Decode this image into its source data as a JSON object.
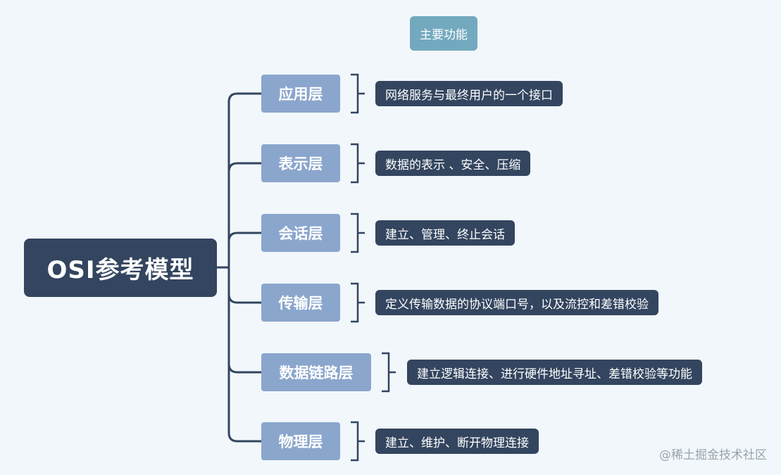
{
  "diagram": {
    "root": "OSI参考模型",
    "header": "主要功能",
    "layers": [
      {
        "name": "应用层",
        "function": "网络服务与最终用户的一个接口"
      },
      {
        "name": "表示层",
        "function": "数据的表示 、安全、压缩"
      },
      {
        "name": "会话层",
        "function": "建立、管理、终止会话"
      },
      {
        "name": "传输层",
        "function": "定义传输数据的协议端口号，以及流控和差错校验"
      },
      {
        "name": "数据链路层",
        "function": "建立逻辑连接、进行硬件地址寻址、差错校验等功能"
      },
      {
        "name": "物理层",
        "function": "建立、维护、断开物理连接"
      }
    ]
  },
  "watermark": "@稀土掘金技术社区",
  "colors": {
    "background": "#f1f7fb",
    "root": "#33455f",
    "header": "#73a9bf",
    "layer": "#8ba6cd",
    "function": "#33455f",
    "connector": "#33455f"
  }
}
